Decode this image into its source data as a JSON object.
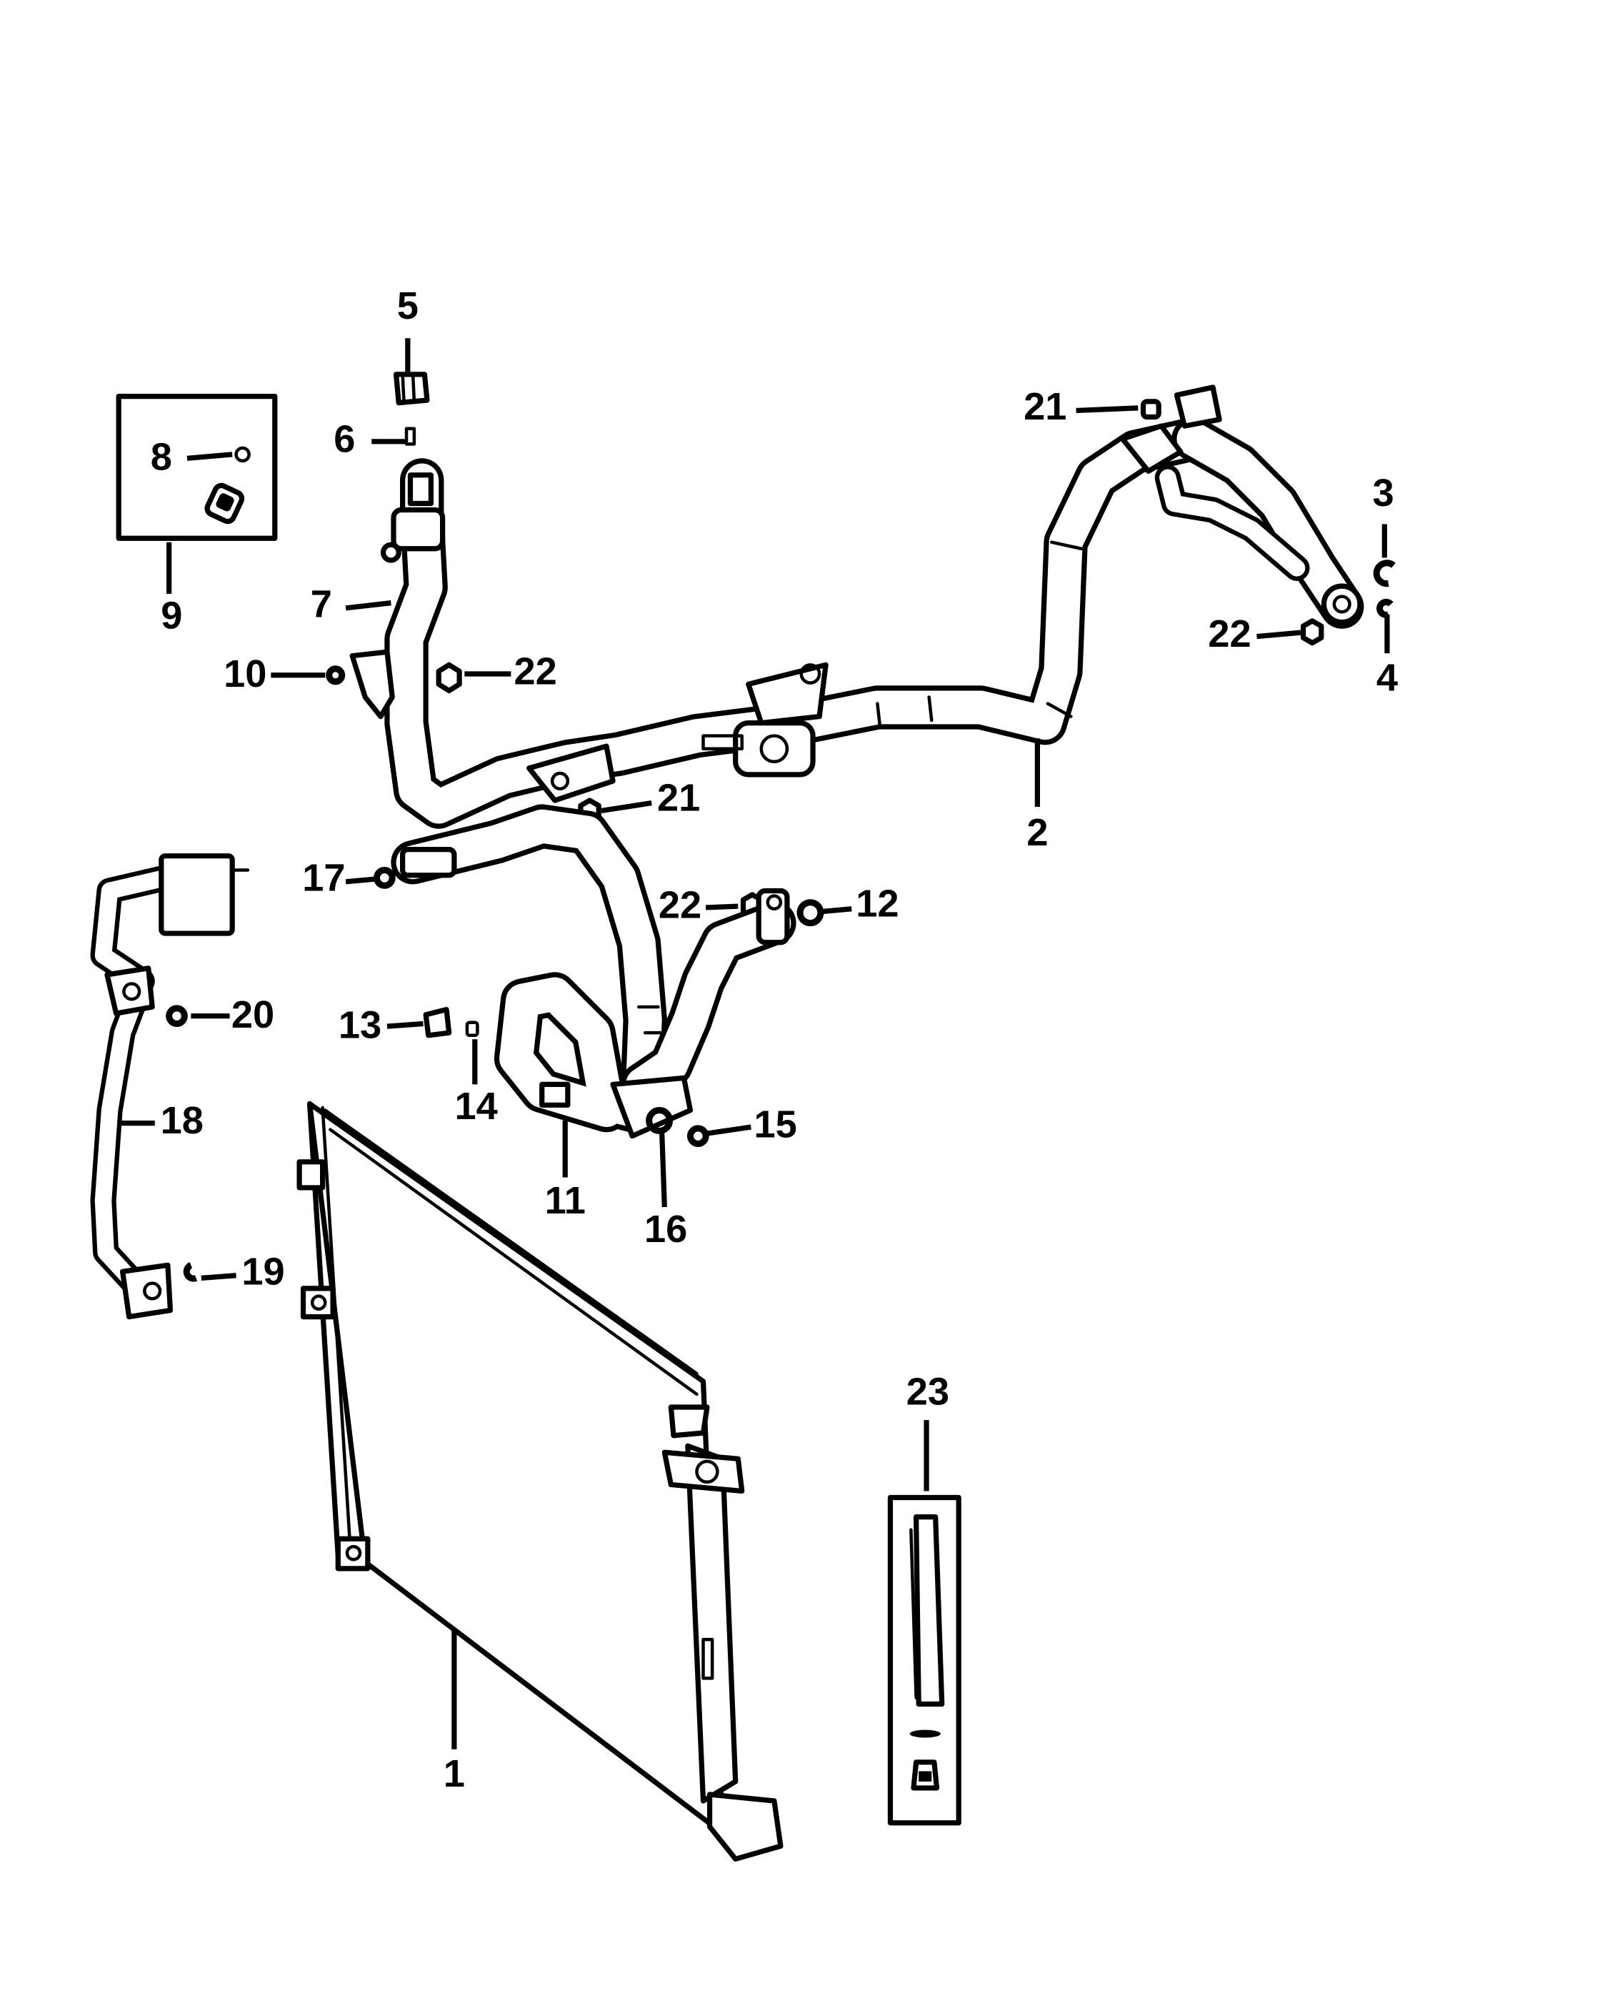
{
  "callouts": {
    "c1": "1",
    "c2": "2",
    "c3": "3",
    "c4": "4",
    "c5": "5",
    "c6": "6",
    "c7": "7",
    "c8": "8",
    "c9": "9",
    "c10": "10",
    "c11": "11",
    "c12": "12",
    "c13": "13",
    "c14": "14",
    "c15": "15",
    "c16": "16",
    "c17": "17",
    "c18": "18",
    "c19": "19",
    "c20": "20",
    "c21a": "21",
    "c21b": "21",
    "c22a": "22",
    "c22b": "22",
    "c22c": "22",
    "c23": "23"
  }
}
